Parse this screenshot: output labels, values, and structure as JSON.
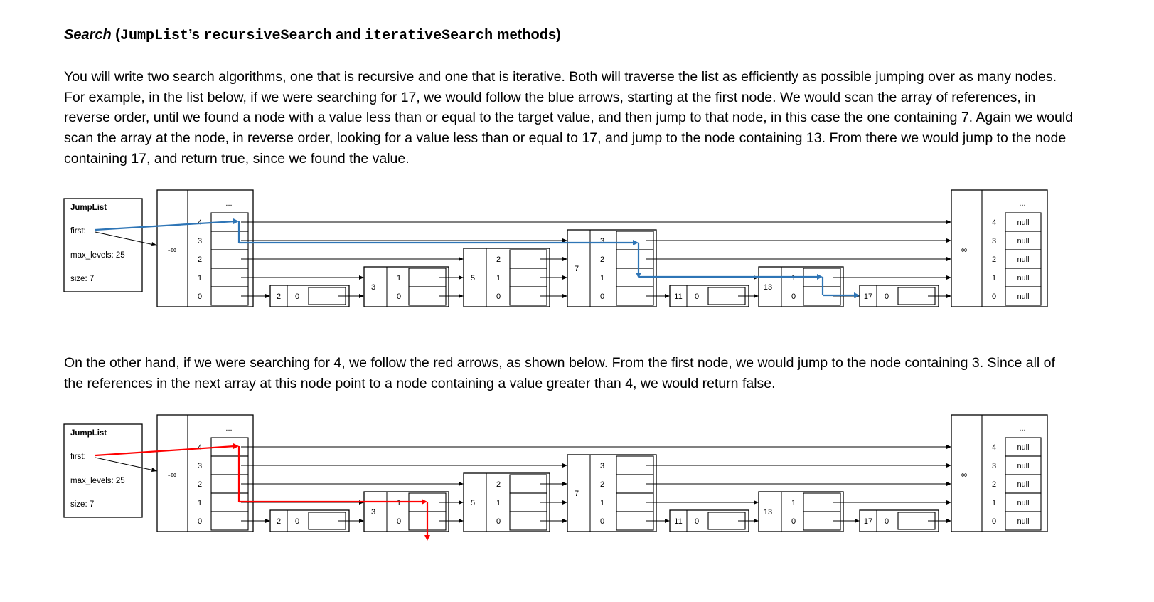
{
  "heading": {
    "emph": "Search",
    "open": " (",
    "class_code": "JumpList",
    "apos_s": "’s ",
    "method1": "recursiveSearch",
    "and": " and ",
    "method2": "iterativeSearch",
    "tail": " methods)"
  },
  "paragraph1": "You will write two search algorithms, one that is recursive and one that is iterative.  Both will traverse the list as efficiently as possible jumping over as many nodes.  For example, in the list below, if we were searching for 17, we would follow the blue arrows, starting at the first node.  We would scan the array of references, in reverse order, until we found a node with a value less than or equal to the target value, and then jump to that node, in this case the one containing 7.  Again we would scan the array at the node, in reverse order, looking for a value less than or equal to 17, and jump to the node containing 13.  From there we would jump to the node containing 17, and return true, since we found the value.",
  "paragraph2": "On the other hand, if we were searching for 4, we follow the red arrows, as shown below.  From the first node, we would jump to the node containing 3.  Since all of the references in the next array at this node point to a node containing a value greater than 4, we would return false.",
  "jumplist": {
    "title": "JumpList",
    "first_label": "first:",
    "max_levels_label": "max_levels: 25",
    "size_label": "size: 7"
  },
  "nodes": {
    "head_value": "-∞",
    "tail_value": "∞",
    "ellipsis": "...",
    "null_text": "null",
    "levels": [
      "4",
      "3",
      "2",
      "1",
      "0"
    ],
    "values": [
      "2",
      "3",
      "5",
      "7",
      "11",
      "13",
      "17"
    ]
  },
  "colors": {
    "search_17_path": "#2e75b6",
    "search_4_path": "#ff0000",
    "lines": "#000000"
  }
}
